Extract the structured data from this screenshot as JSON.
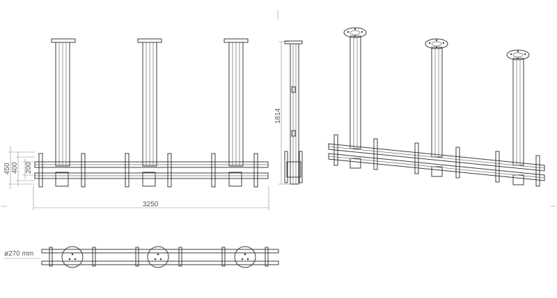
{
  "dimensions": {
    "width_label": "3250",
    "height_label": "1814",
    "d450": "450",
    "d400": "400",
    "d200": "200",
    "diameter_label": "ø270 mm"
  },
  "views": [
    "front",
    "side",
    "isometric",
    "top"
  ],
  "colors": {
    "line": "#3a3a3a",
    "dimension": "#8a8a8a",
    "background": "#ffffff"
  }
}
